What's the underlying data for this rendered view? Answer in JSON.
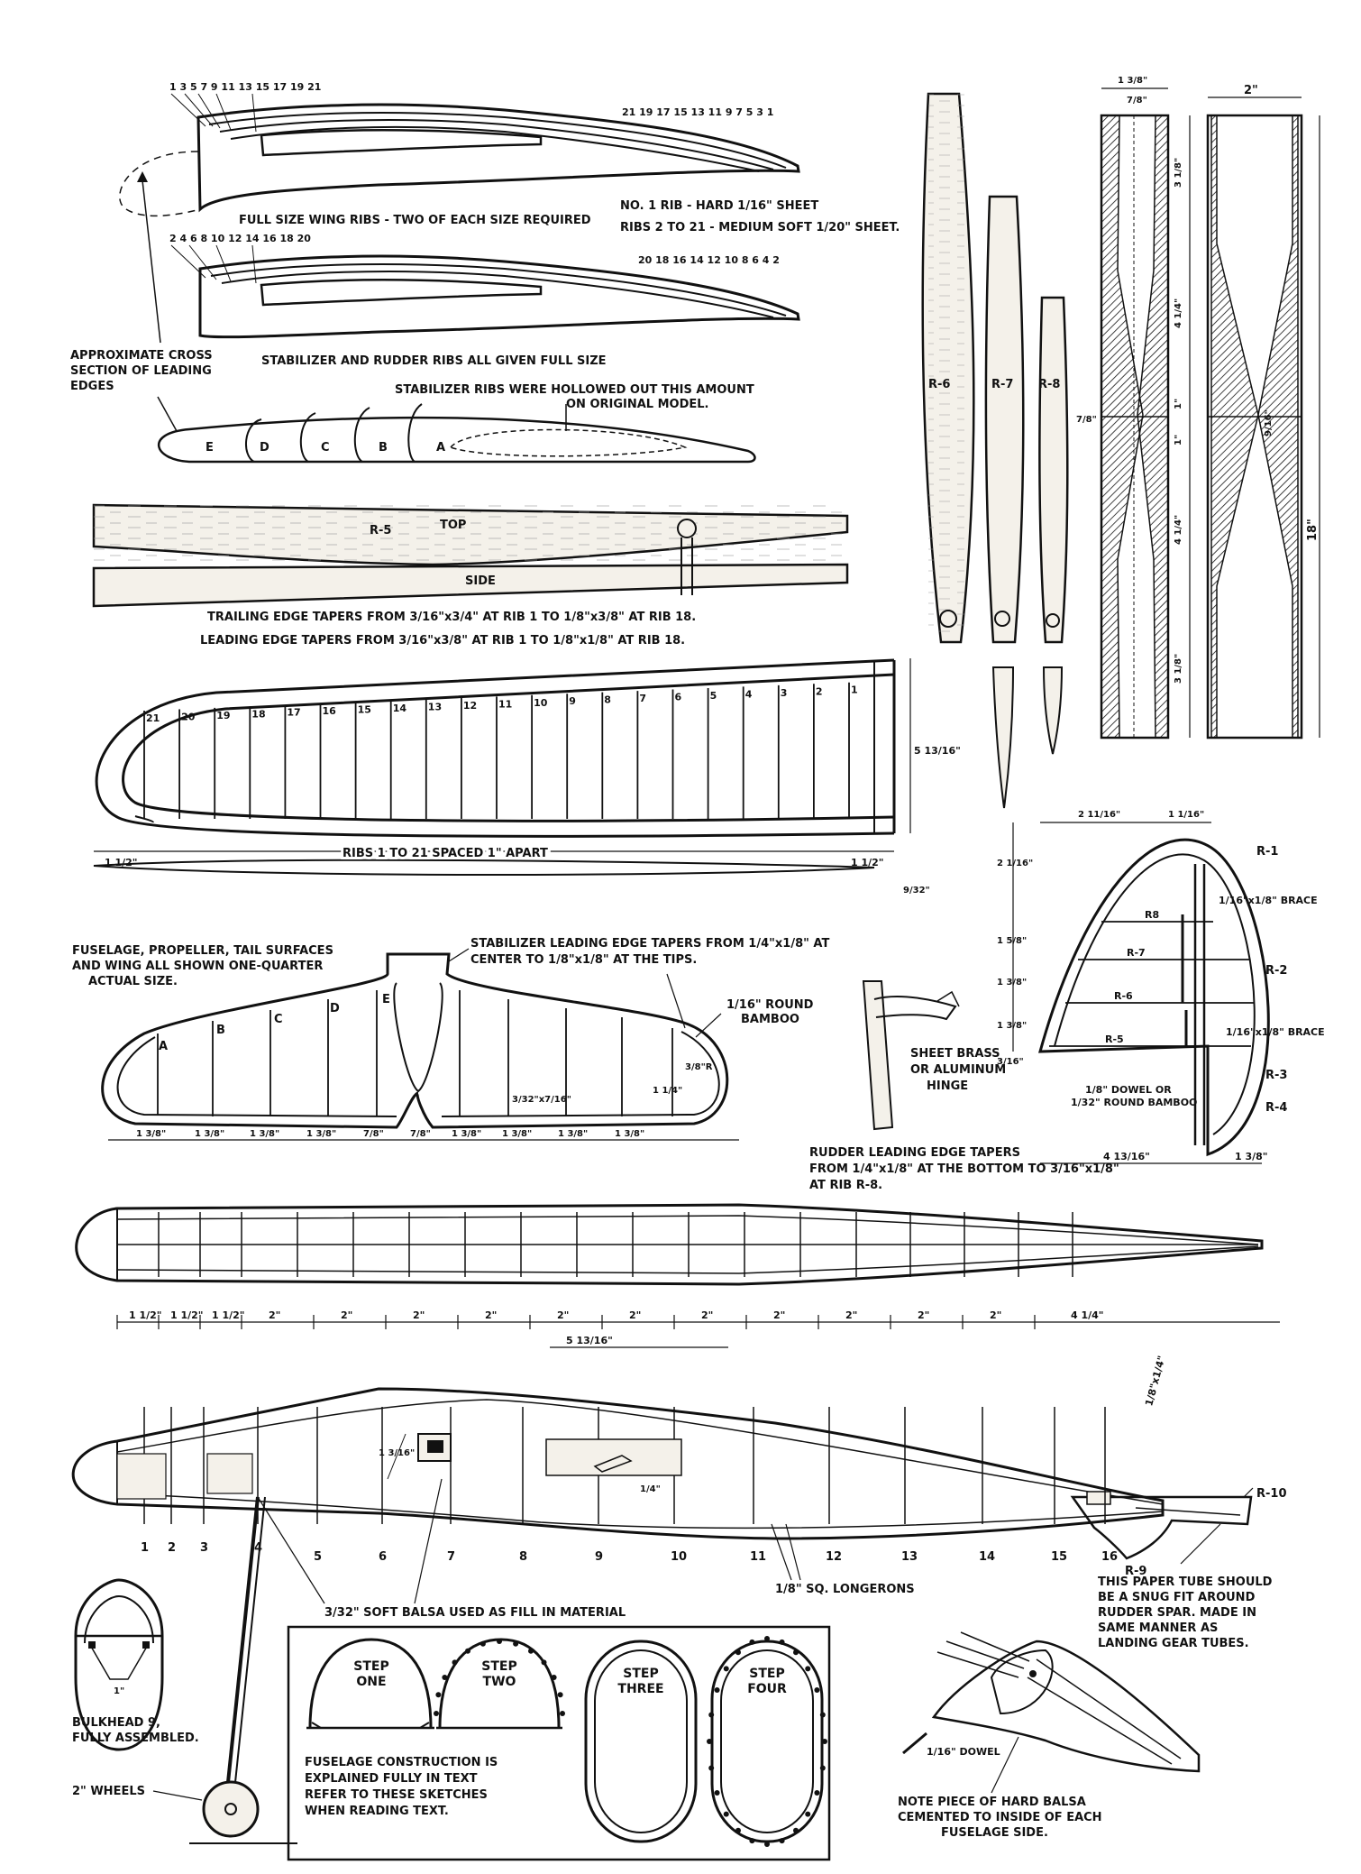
{
  "ribs": {
    "wing_top_numbers": "1 3 5 7 9 11 13 15 17 19 21",
    "wing_top_numbers_right": "21 19 17 15 13 11 9 7 5 3 1",
    "wing_caption": "FULL SIZE WING RIBS - TWO OF EACH SIZE REQUIRED",
    "rib1_note": "NO. 1 RIB - HARD 1/16\" SHEET",
    "rib2_note": "RIBS 2 TO 21 - MEDIUM SOFT 1/20\" SHEET.",
    "even_numbers": "2 4 6 8 10 12 14 16 18 20",
    "even_numbers_right": "20 18 16 14 12 10 8 6 4 2",
    "stab_caption": "STABILIZER AND RUDDER RIBS ALL GIVEN FULL SIZE",
    "leading_edge_note": "APPROXIMATE CROSS SECTION OF LEADING EDGES",
    "hollow_note": "STABILIZER RIBS WERE HOLLOWED OUT THIS AMOUNT ON ORIGINAL MODEL.",
    "stab_letters": [
      "E",
      "D",
      "C",
      "B",
      "A"
    ]
  },
  "r5": {
    "label": "R-5",
    "top": "TOP",
    "side": "SIDE",
    "trailing_note": "TRAILING EDGE TAPERS FROM 3/16\"x3/4\" AT RIB 1 TO 1/8\"x3/8\" AT RIB 18.",
    "leading_note": "LEADING EDGE TAPERS FROM 3/16\"x3/8\" AT RIB 1 TO 1/8\"x1/8\" AT RIB 18."
  },
  "wing": {
    "rib_numbers": [
      "21",
      "20",
      "19",
      "18",
      "17",
      "16",
      "15",
      "14",
      "13",
      "12",
      "11",
      "10",
      "9",
      "8",
      "7",
      "6",
      "5",
      "4",
      "3",
      "2",
      "1"
    ],
    "spacing_note": "RIBS 1 TO 21 SPACED 1\" APART",
    "left_dim": "1 1/2\"",
    "right_dim": "1 1/2\"",
    "height_dim": "5 13/16\"",
    "thick_dim": "9/32\""
  },
  "spars": {
    "labels": [
      "R-6",
      "R-7",
      "R-8"
    ]
  },
  "propeller": {
    "top_dims": [
      "1 3/8\"",
      "7/8\"",
      "2\""
    ],
    "side_dims": [
      "3 1/8\"",
      "4 1/4\"",
      "1\"",
      "1\"",
      "4 1/4\"",
      "3 1/8\"",
      "18\""
    ],
    "left_dim": "7/8\"",
    "hub_dim": "9/16\""
  },
  "scale_note": "FUSELAGE, PROPELLER, TAIL SURFACES AND WING ALL SHOWN ONE-QUARTER ACTUAL SIZE.",
  "stabilizer": {
    "taper_note": "STABILIZER LEADING EDGE TAPERS FROM 1/4\"x1/8\" AT CENTER TO 1/8\"x1/8\" AT THE TIPS.",
    "bamboo_note": "1/16\" ROUND BAMBOO",
    "letters": [
      "A",
      "B",
      "C",
      "D",
      "E"
    ],
    "dims": [
      "1 3/8\"",
      "1 3/8\"",
      "1 3/8\"",
      "1 3/8\"",
      "7/8\"",
      "7/8\"",
      "1 3/8\"",
      "1 3/8\"",
      "1 3/8\"",
      "1 3/8\""
    ],
    "small_dim": "3/32\"x7/16\"",
    "tip_dim": "1 1/4\"",
    "r_dim": "3/8\"R"
  },
  "hinge": {
    "note": "SHEET BRASS OR ALUMINUM HINGE"
  },
  "rudder": {
    "labels": [
      "R-1",
      "R-2",
      "R-3",
      "R-4"
    ],
    "rib_labels": [
      "R8",
      "R-7",
      "R-6",
      "R-5"
    ],
    "brace1": "1/16\"x1/8\" BRACE",
    "brace2": "1/16\"x1/8\" BRACE",
    "dowel": "1/8\" DOWEL OR 1/32\" ROUND BAMBOO",
    "top_dims": [
      "2 11/16\"",
      "1 1/16\""
    ],
    "side_dims": [
      "2 1/16\"",
      "1 5/8\"",
      "1 3/8\"",
      "1 3/8\"",
      "3/16\""
    ],
    "bottom_dims": [
      "4 13/16\"",
      "1 3/8\""
    ],
    "taper_note": "RUDDER LEADING EDGE TAPERS FROM 1/4\"x1/8\" AT THE BOTTOM TO 3/16\"x1/8\" AT RIB R-8."
  },
  "fuselage": {
    "dims": [
      "1 1/2\"",
      "1 1/2\"",
      "1 1/2\"",
      "2\"",
      "2\"",
      "2\"",
      "2\"",
      "2\"",
      "2\"",
      "2\"",
      "2\"",
      "2\"",
      "2\"",
      "2\"",
      "4 1/4\""
    ],
    "mid_dim": "5 13/16\"",
    "side_dim": "1 3/16\"",
    "small_dim": "1/4\"",
    "tail_dim": "1/8\"x1/4\"",
    "bulkheads": [
      "1",
      "2",
      "3",
      "4",
      "5",
      "6",
      "7",
      "8",
      "9",
      "10",
      "11",
      "12",
      "13",
      "14",
      "15",
      "16"
    ],
    "r9": "R-9",
    "r10": "R-10",
    "fill_note": "3/32\" SOFT BALSA USED AS FILL IN MATERIAL",
    "longerons": "1/8\" SQ. LONGERONS"
  },
  "bulkhead": {
    "note": "BULKHEAD 9, FULLY ASSEMBLED.",
    "dim": "1\"",
    "wheels": "2\" WHEELS"
  },
  "steps": {
    "labels": [
      "STEP ONE",
      "STEP TWO",
      "STEP THREE",
      "STEP FOUR"
    ],
    "note": "FUSELAGE CONSTRUCTION IS EXPLAINED FULLY IN TEXT REFER TO THESE SKETCHES WHEN READING TEXT."
  },
  "tail_detail": {
    "tube_note": "THIS PAPER TUBE SHOULD BE A SNUG FIT AROUND RUDDER SPAR. MADE IN SAME MANNER AS LANDING GEAR TUBES.",
    "dowel": "1/16\" DOWEL",
    "balsa_note": "NOTE PIECE OF HARD BALSA CEMENTED TO INSIDE OF EACH FUSELAGE SIDE."
  }
}
